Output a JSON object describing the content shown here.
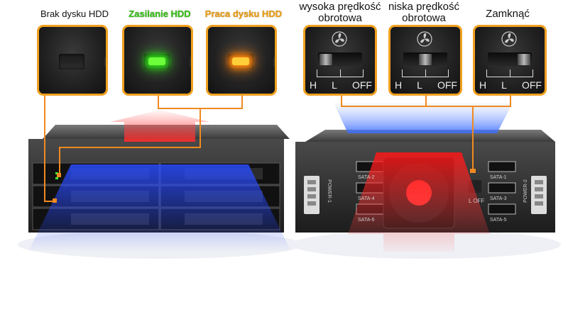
{
  "led_states": [
    {
      "label": "Brak dysku HDD",
      "led": "off"
    },
    {
      "label": "Zasilanie HDD",
      "led": "green"
    },
    {
      "label": "Praca dysku HDD",
      "led": "orange"
    }
  ],
  "fan_modes": [
    {
      "label_line1": "wysoka prędkość",
      "label_line2": "obrotowa",
      "switch_position": "H"
    },
    {
      "label_line1": "niska prędkość",
      "label_line2": "obrotowa",
      "switch_position": "L"
    },
    {
      "label_line1": "Zamknąć",
      "label_line2": "",
      "switch_position": "OFF"
    }
  ],
  "switch_letters": {
    "h": "H",
    "l": "L",
    "off": "OFF"
  },
  "rear_labels": {
    "sata": [
      "SATA-2",
      "SATA-4",
      "SATA-6",
      "SATA-1",
      "SATA-3",
      "SATA-5"
    ],
    "power_left": "POWER-1",
    "power_right": "POWER-2",
    "switch_letters": "L OFF"
  },
  "colors": {
    "accent_orange": "#f0a020",
    "led_green": "#3cc21b",
    "led_orange": "#f0a317",
    "airflow_red": "#ff3030",
    "airflow_blue": "#3050ff"
  }
}
